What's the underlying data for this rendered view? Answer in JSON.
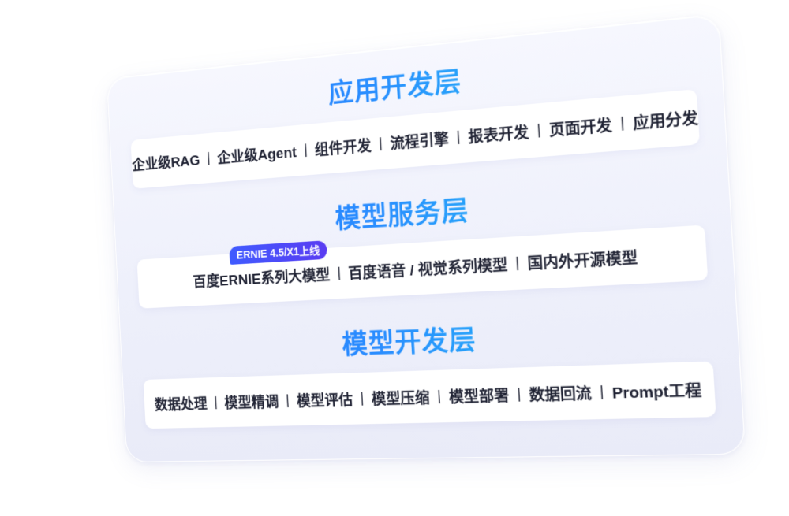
{
  "layers": [
    {
      "title": "应用开发层",
      "items": [
        "企业级RAG",
        "企业级Agent",
        "组件开发",
        "流程引擎",
        "报表开发",
        "页面开发",
        "应用分发"
      ]
    },
    {
      "title": "模型服务层",
      "badge": "ERNIE 4.5/X1上线",
      "items": [
        "百度ERNIE系列大模型",
        "百度语音 / 视觉系列模型",
        "国内外开源模型"
      ]
    },
    {
      "title": "模型开发层",
      "items": [
        "数据处理",
        "模型精调",
        "模型评估",
        "模型压缩",
        "模型部署",
        "数据回流",
        "Prompt工程"
      ]
    }
  ],
  "separator": "|",
  "colors": {
    "title_gradient_start": "#1a6fff",
    "title_gradient_end": "#1fd2ee",
    "badge_gradient_start": "#3f5bff",
    "badge_gradient_end": "#5a3cf2",
    "item_text": "#1f2233"
  }
}
